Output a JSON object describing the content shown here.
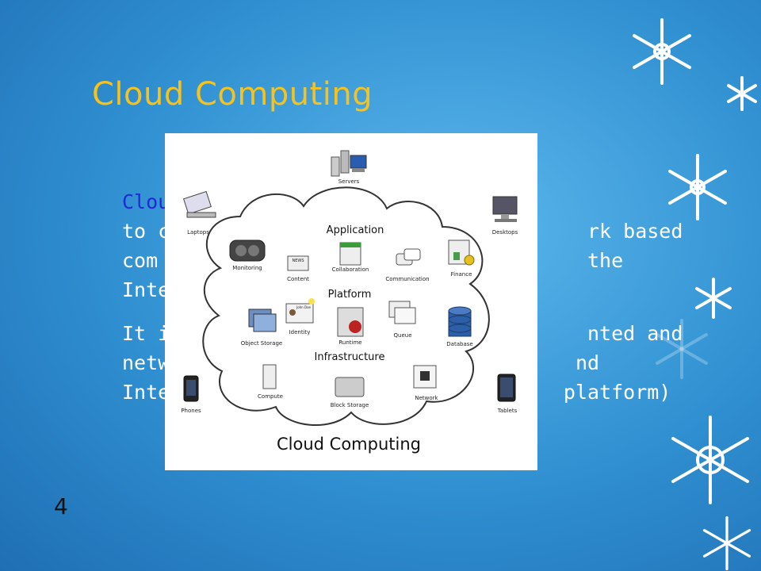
{
  "slide": {
    "title": "Cloud Computing",
    "bullet_marker": "",
    "bullets": [
      {
        "highlight": "Clou",
        "text": "rm used\nto c                                   rk based\ncom                                    the\nInte"
      },
      {
        "highlight": "",
        "text": "It is                                  nted and\nnetw                                  nd\nInte                                 platform)"
      }
    ],
    "page_number": "4"
  },
  "diagram": {
    "caption": "Cloud Computing",
    "layers": {
      "application": "Application",
      "platform": "Platform",
      "infrastructure": "Infrastructure"
    },
    "items": {
      "servers": "Servers",
      "laptops": "Laptops",
      "desktops": "Desktops",
      "monitoring": "Monitoring",
      "content": "Content",
      "collaboration": "Collaboration",
      "communication": "Communication",
      "finance": "Finance",
      "object_storage": "Object Storage",
      "identity": "Identity",
      "runtime": "Runtime",
      "queue": "Queue",
      "database": "Database",
      "compute": "Compute",
      "block_storage": "Block Storage",
      "network": "Network",
      "phones": "Phones",
      "tablets": "Tablets"
    },
    "identity_badge_text": "John Doe",
    "news_text": "NEWS"
  },
  "colors": {
    "title": "#f6c21b",
    "highlight": "#1d2bd6",
    "background": "#2f8fd0"
  }
}
